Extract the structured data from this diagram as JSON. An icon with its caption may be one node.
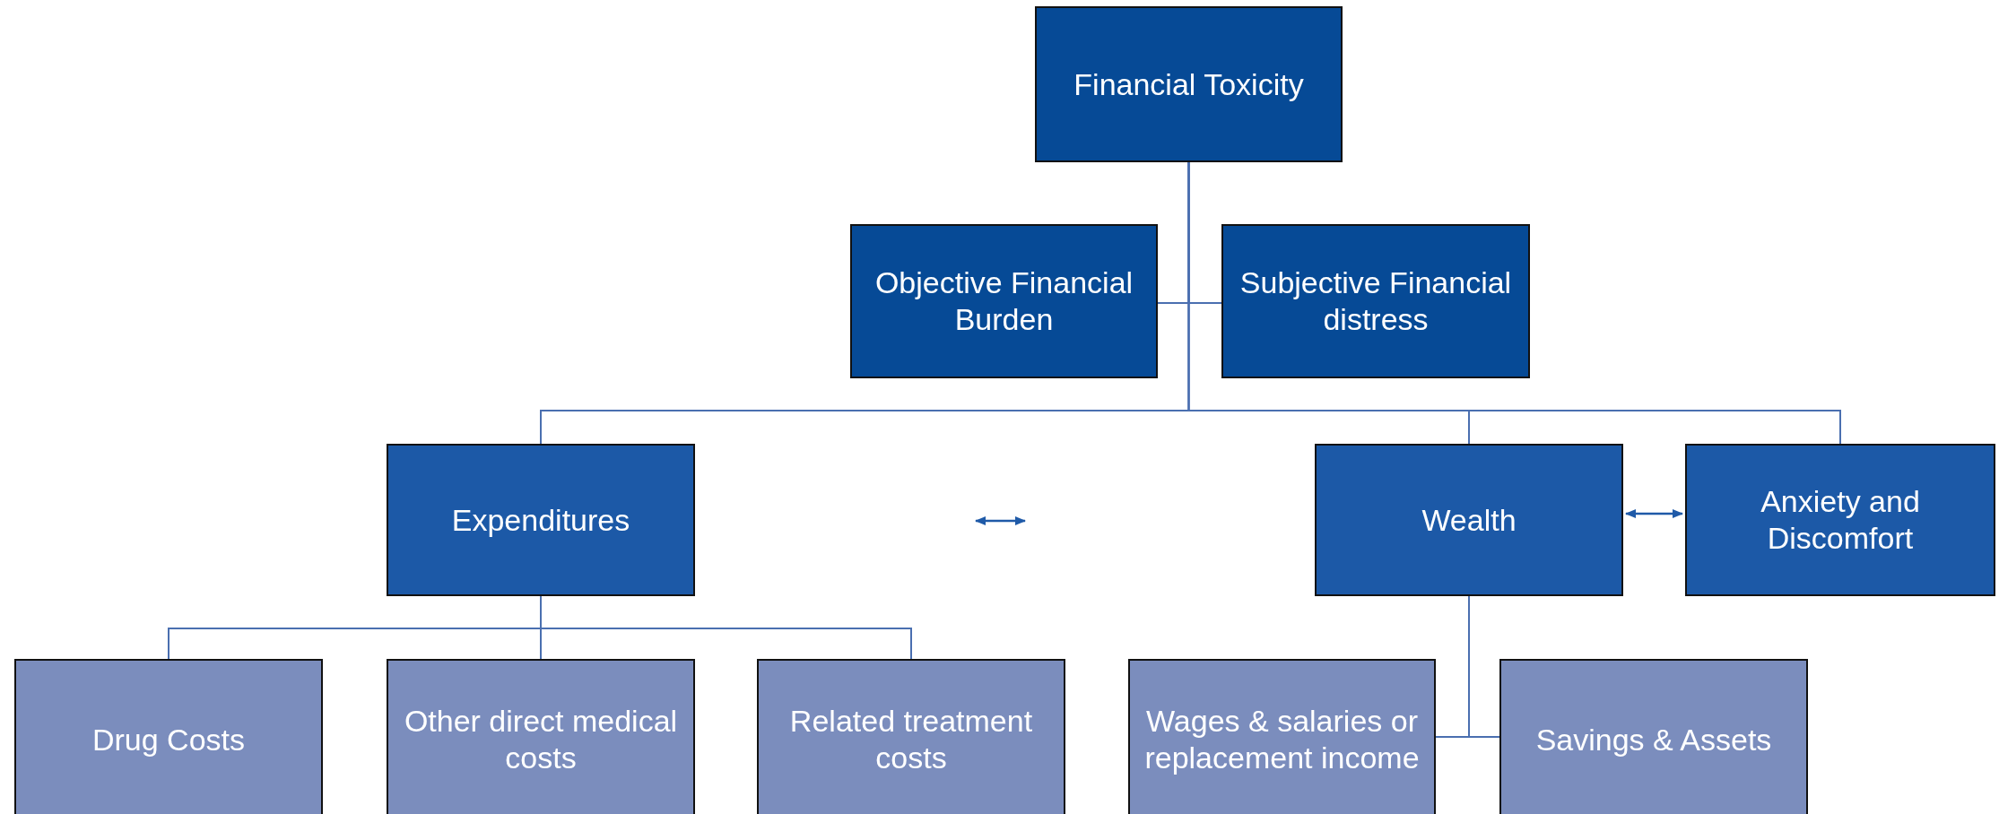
{
  "diagram": {
    "nodes": [
      {
        "text": [
          "Financial Toxicity"
        ]
      },
      {
        "text": [
          "Objective Financial Burden"
        ]
      },
      {
        "text": [
          "Subjective Financial distress"
        ]
      },
      {
        "text": [
          "Expenditures"
        ]
      },
      {
        "text": [
          "Wealth"
        ]
      },
      {
        "text": [
          "Anxiety and Discomfort"
        ]
      },
      {
        "text": [
          "Drug Costs"
        ]
      },
      {
        "text": [
          "Other direct medical costs"
        ]
      },
      {
        "text": [
          "Related treatment costs"
        ]
      },
      {
        "text": [
          "Wages & salaries or replacement income"
        ]
      },
      {
        "text": [
          "Savings & Assets"
        ]
      }
    ],
    "edges": [
      {
        "from": 0,
        "to": 1,
        "arrow": "none"
      },
      {
        "from": 0,
        "to": 2,
        "arrow": "none"
      },
      {
        "from": 0,
        "to": 3,
        "arrow": "none"
      },
      {
        "from": 0,
        "to": 4,
        "arrow": "none"
      },
      {
        "from": 0,
        "to": 5,
        "arrow": "none"
      },
      {
        "from": 3,
        "to": 6,
        "arrow": "none"
      },
      {
        "from": 3,
        "to": 7,
        "arrow": "none"
      },
      {
        "from": 3,
        "to": 8,
        "arrow": "none"
      },
      {
        "from": 4,
        "to": 9,
        "arrow": "none"
      },
      {
        "from": 4,
        "to": 10,
        "arrow": "none"
      },
      {
        "from": 4,
        "to": 5,
        "arrow": "both"
      }
    ]
  }
}
